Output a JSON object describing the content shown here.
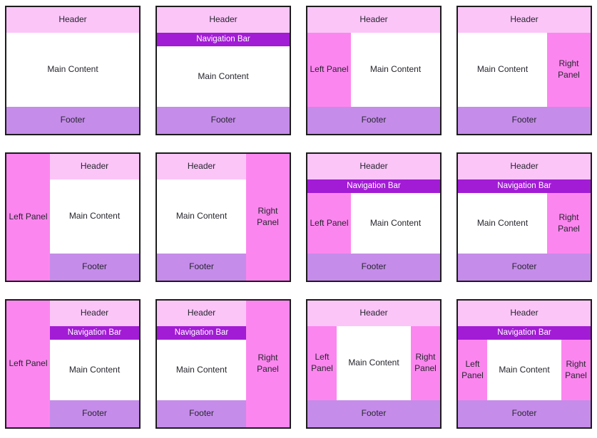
{
  "palette": {
    "header": "#FBC5F8",
    "nav": "#A21BD5",
    "panel": "#FC86EF",
    "footer": "#C58CEA",
    "main": "#FFFFFF",
    "border": "#1C1C1C",
    "text": "#26262E",
    "nav_text": "#FFFFFF",
    "bg": "#FFFFFF"
  },
  "tiles": [
    {
      "name": "header-main-footer",
      "regions": [
        {
          "kind": "header",
          "label": "Header"
        },
        {
          "kind": "main",
          "label": "Main Content"
        },
        {
          "kind": "footer",
          "label": "Footer"
        }
      ]
    },
    {
      "name": "header-nav-main-footer",
      "regions": [
        {
          "kind": "header",
          "label": "Header"
        },
        {
          "kind": "nav",
          "label": "Navigation Bar"
        },
        {
          "kind": "main",
          "label": "Main Content"
        },
        {
          "kind": "footer",
          "label": "Footer"
        }
      ]
    },
    {
      "name": "header-leftpanel-main-footer",
      "regions": [
        {
          "kind": "header",
          "label": "Header"
        },
        {
          "kind": "left",
          "label": "Left Panel"
        },
        {
          "kind": "main",
          "label": "Main Content"
        },
        {
          "kind": "footer",
          "label": "Footer"
        }
      ]
    },
    {
      "name": "header-main-rightpanel-footer",
      "regions": [
        {
          "kind": "header",
          "label": "Header"
        },
        {
          "kind": "main",
          "label": "Main Content"
        },
        {
          "kind": "right",
          "label": "Right Panel"
        },
        {
          "kind": "footer",
          "label": "Footer"
        }
      ]
    },
    {
      "name": "fullheight-leftpanel-header-main-footer",
      "regions": [
        {
          "kind": "left",
          "label": "Left Panel"
        },
        {
          "kind": "header",
          "label": "Header"
        },
        {
          "kind": "main",
          "label": "Main Content"
        },
        {
          "kind": "footer",
          "label": "Footer"
        }
      ]
    },
    {
      "name": "header-main-footer-fullheight-rightpanel",
      "regions": [
        {
          "kind": "header",
          "label": "Header"
        },
        {
          "kind": "main",
          "label": "Main Content"
        },
        {
          "kind": "right",
          "label": "Right Panel"
        },
        {
          "kind": "footer",
          "label": "Footer"
        }
      ]
    },
    {
      "name": "header-nav-leftpanel-main-footer",
      "regions": [
        {
          "kind": "header",
          "label": "Header"
        },
        {
          "kind": "nav",
          "label": "Navigation Bar"
        },
        {
          "kind": "left",
          "label": "Left Panel"
        },
        {
          "kind": "main",
          "label": "Main Content"
        },
        {
          "kind": "footer",
          "label": "Footer"
        }
      ]
    },
    {
      "name": "header-nav-main-rightpanel-footer",
      "regions": [
        {
          "kind": "header",
          "label": "Header"
        },
        {
          "kind": "nav",
          "label": "Navigation Bar"
        },
        {
          "kind": "main",
          "label": "Main Content"
        },
        {
          "kind": "right",
          "label": "Right Panel"
        },
        {
          "kind": "footer",
          "label": "Footer"
        }
      ]
    },
    {
      "name": "fullheight-leftpanel-header-nav-main-footer",
      "regions": [
        {
          "kind": "left",
          "label": "Left Panel"
        },
        {
          "kind": "header",
          "label": "Header"
        },
        {
          "kind": "nav",
          "label": "Navigation Bar"
        },
        {
          "kind": "main",
          "label": "Main Content"
        },
        {
          "kind": "footer",
          "label": "Footer"
        }
      ]
    },
    {
      "name": "header-nav-main-footer-fullheight-rightpanel",
      "regions": [
        {
          "kind": "header",
          "label": "Header"
        },
        {
          "kind": "nav",
          "label": "Navigation Bar"
        },
        {
          "kind": "main",
          "label": "Main Content"
        },
        {
          "kind": "right",
          "label": "Right Panel"
        },
        {
          "kind": "footer",
          "label": "Footer"
        }
      ]
    },
    {
      "name": "header-leftpanel-main-rightpanel-footer",
      "regions": [
        {
          "kind": "header",
          "label": "Header"
        },
        {
          "kind": "left",
          "label": "Left Panel"
        },
        {
          "kind": "main",
          "label": "Main Content"
        },
        {
          "kind": "right",
          "label": "Right Panel"
        },
        {
          "kind": "footer",
          "label": "Footer"
        }
      ]
    },
    {
      "name": "header-nav-leftpanel-main-rightpanel-footer",
      "regions": [
        {
          "kind": "header",
          "label": "Header"
        },
        {
          "kind": "nav",
          "label": "Navigation Bar"
        },
        {
          "kind": "left",
          "label": "Left Panel"
        },
        {
          "kind": "main",
          "label": "Main Content"
        },
        {
          "kind": "right",
          "label": "Right Panel"
        },
        {
          "kind": "footer",
          "label": "Footer"
        }
      ]
    }
  ]
}
